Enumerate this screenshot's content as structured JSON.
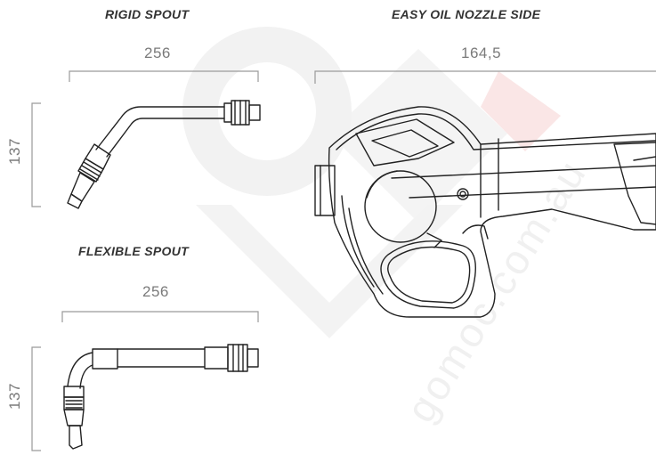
{
  "labels": {
    "rigid_title": "RIGID SPOUT",
    "nozzle_title": "EASY OIL NOZZLE SIDE",
    "flexible_title": "FLEXIBLE SPOUT"
  },
  "dimensions": {
    "rigid_width": "256",
    "rigid_height": "137",
    "nozzle_width": "164,5",
    "flexible_width": "256",
    "flexible_height": "137"
  },
  "watermark": {
    "text": "gomoc.com.au"
  },
  "colors": {
    "line": "#222222",
    "dimension_line": "#9a9a9a",
    "watermark_red": "#f6d8d8",
    "watermark_grey": "#eeeeee"
  }
}
